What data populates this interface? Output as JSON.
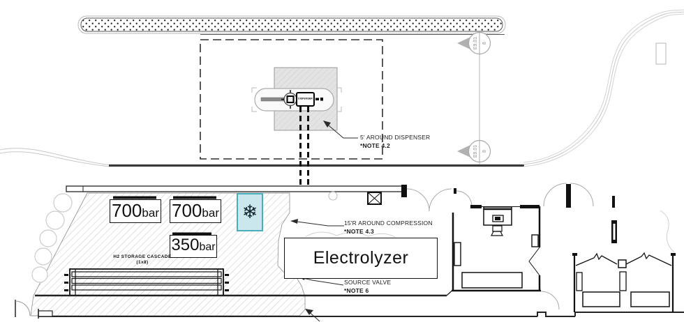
{
  "labels": {
    "dispenser_note_line1": "5' AROUND DISPENSER",
    "dispenser_note_line2": "*NOTE 4.2",
    "compression_note_line1": "15'R AROUND COMPRESSION",
    "compression_note_line2": "*NOTE 4.3",
    "source_valve_note_line1": "SOURCE VALVE",
    "source_valve_note_line2": "*NOTE 6",
    "cascade_line1": "H2 STORAGE CASCADE",
    "cascade_line2": "(1x8)",
    "electrolyzer": "Electrolyzer",
    "dispenser": "DISPENSER"
  },
  "storage_banks": [
    {
      "pressure": "700",
      "unit": "bar"
    },
    {
      "pressure": "700",
      "unit": "bar"
    },
    {
      "pressure": "350",
      "unit": "bar"
    }
  ],
  "chiller": {
    "icon": "snowflake-icon",
    "glyph": "❄"
  },
  "section_markers": [
    {
      "sheet": "E9.01",
      "number": "8"
    },
    {
      "sheet": "E9.01",
      "number": "8"
    }
  ],
  "colors": {
    "hatch_line": "#c6c6c6",
    "pad_fill": "#e3e3e3",
    "chiller_fill": "#c9e7ec",
    "chiller_border": "#49aebb",
    "road_light": "#c8c8c8",
    "line_dark": "#3a3a3a",
    "marker_gray": "#9a9a9a"
  }
}
